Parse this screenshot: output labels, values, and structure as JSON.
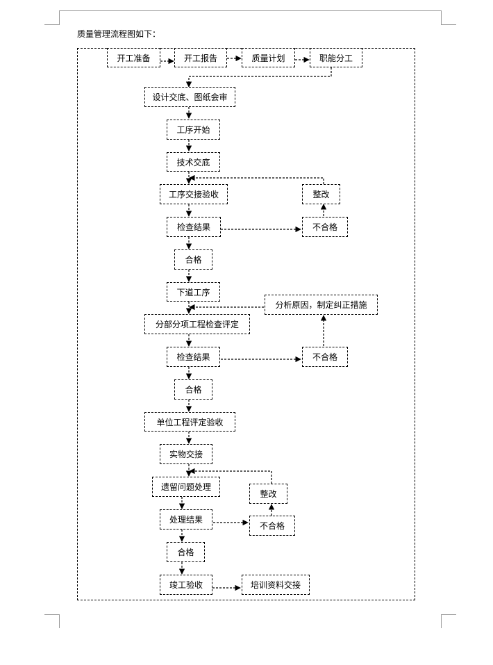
{
  "document": {
    "intro": "质量管理流程图如下："
  },
  "flow": {
    "kaigong_zhunbei": "开工准备",
    "kaigong_baogao": "开工报告",
    "zhiliang_jihua": "质量计划",
    "zhineng_fengong": "职能分工",
    "sheji_jiaodi": "设计交底、图纸会审",
    "gongxu_kaishi": "工序开始",
    "jishu_jiaodi": "技术交底",
    "gongxu_jiaojie": "工序交接验收",
    "zhenggai_1": "整改",
    "jiancha_jieguo_1": "检查结果",
    "buhege_1": "不合格",
    "hege_1": "合格",
    "xiadao_gongxu": "下道工序",
    "fenxi_yuanyin": "分析原因，制定纠正措施",
    "fenbu_pingding": "分部分项工程检查评定",
    "jiancha_jieguo_2": "检查结果",
    "buhege_2": "不合格",
    "hege_2": "合格",
    "danwei_yanshou": "单位工程评定验收",
    "shiwu_jiaojie": "实物交接",
    "yiliu_wenti": "遗留问题处理",
    "zhenggai_2": "整改",
    "chuli_jieguo": "处理结果",
    "buhege_3": "不合格",
    "hege_3": "合格",
    "jungong_yanshou": "竣工验收",
    "peixun_jiaojie": "培训资料交接"
  }
}
